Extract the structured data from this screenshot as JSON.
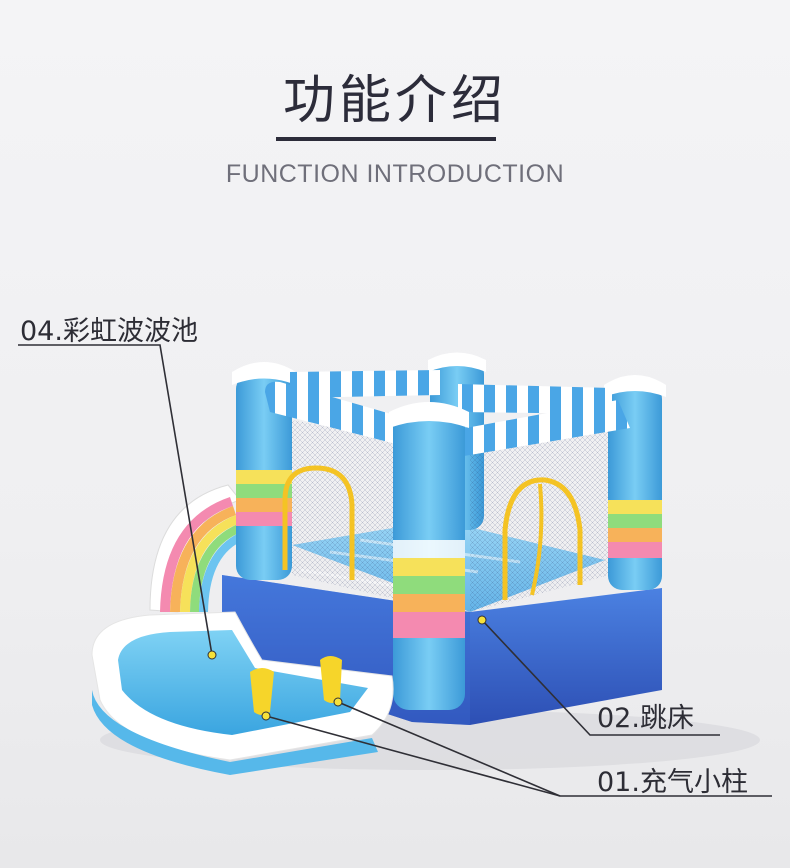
{
  "header": {
    "title": "功能介绍",
    "subtitle": "FUNCTION INTRODUCTION"
  },
  "callouts": [
    {
      "id": "04",
      "label": "04.彩虹波波池"
    },
    {
      "id": "02",
      "label": "02.跳床"
    },
    {
      "id": "01",
      "label": "01.充气小柱"
    }
  ],
  "colors": {
    "text_dark": "#2c2c3a",
    "subtitle_gray": "#6f6f7a",
    "pillar_blue": "#5fb8ea",
    "base_blue": "#3f6fd3",
    "pool_blue": "#5ec0ea",
    "pole_yellow": "#f6d52a"
  }
}
